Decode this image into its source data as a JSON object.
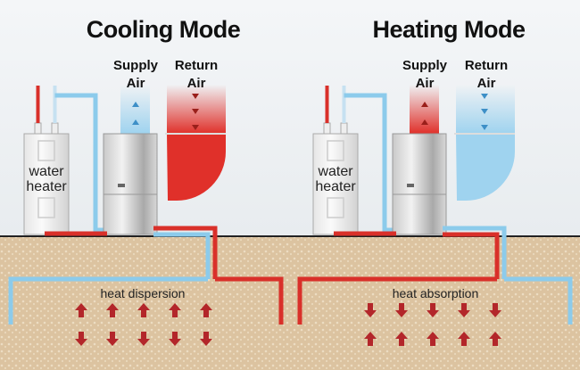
{
  "panels": [
    {
      "title": "Cooling Mode",
      "supply_label_1": "Supply",
      "supply_label_2": "Air",
      "return_label_1": "Return",
      "return_label_2": "Air",
      "water_heater_1": "water",
      "water_heater_2": "heater",
      "loop_label": "heat dispersion",
      "supply_color": "#9fd3ef",
      "return_color": "#e0302a",
      "loop_top_left_color": "#8ccbeb",
      "loop_top_right_color": "#d9302a",
      "heat_arrows": "outward"
    },
    {
      "title": "Heating Mode",
      "supply_label_1": "Supply",
      "supply_label_2": "Air",
      "return_label_1": "Return",
      "return_label_2": "Air",
      "water_heater_1": "water",
      "water_heater_2": "heater",
      "loop_label": "heat absorption",
      "supply_color": "#e0302a",
      "return_color": "#9fd3ef",
      "loop_top_left_color": "#d9302a",
      "loop_top_right_color": "#8ccbeb",
      "heat_arrows": "inward"
    }
  ],
  "colors": {
    "hot": "#d9302a",
    "cold": "#8ccbeb",
    "ground": "#dcc3a0",
    "arrow": "#b3262a"
  }
}
